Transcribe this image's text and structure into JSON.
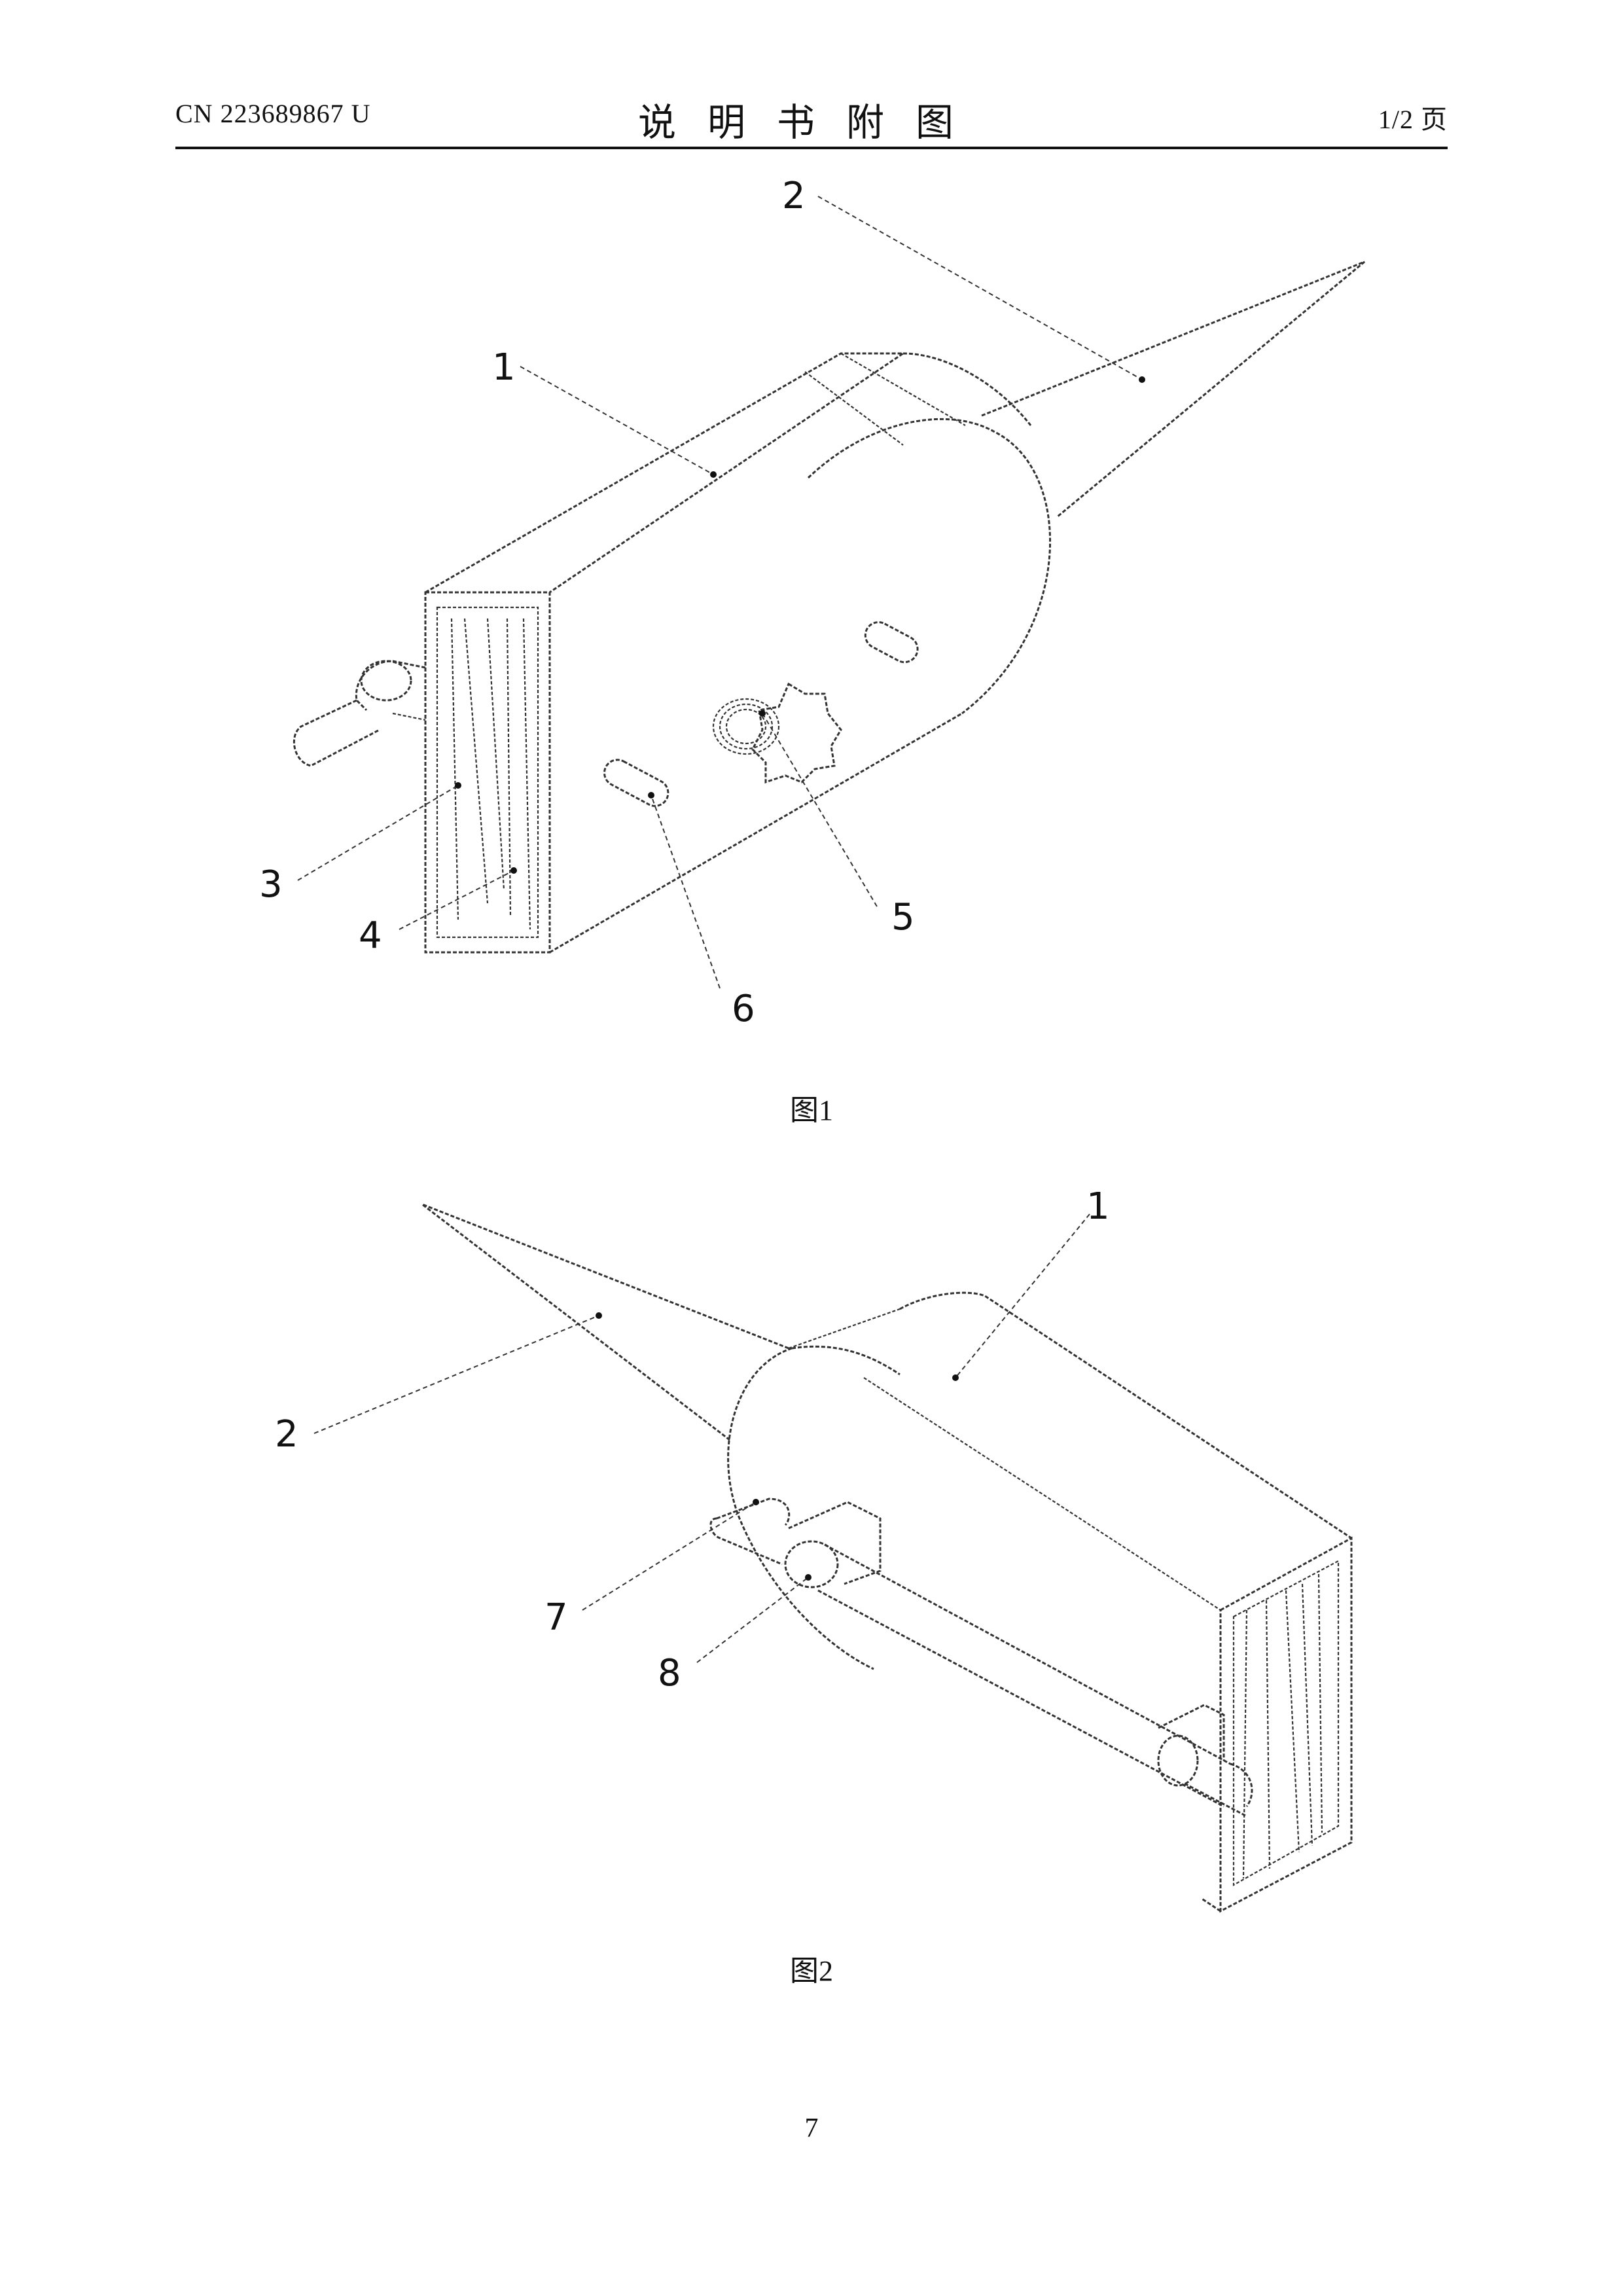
{
  "header": {
    "patent_number": "CN 223689867 U",
    "title": "说明书附图",
    "page_of": "1/2 页"
  },
  "figures": [
    {
      "caption": "图1",
      "labels": {
        "1": "1",
        "2": "2",
        "3": "3",
        "4": "4",
        "5": "5",
        "6": "6"
      }
    },
    {
      "caption": "图2",
      "labels": {
        "1": "1",
        "2": "2",
        "7": "7",
        "8": "8"
      }
    }
  ],
  "footer": {
    "page_number": "7"
  }
}
